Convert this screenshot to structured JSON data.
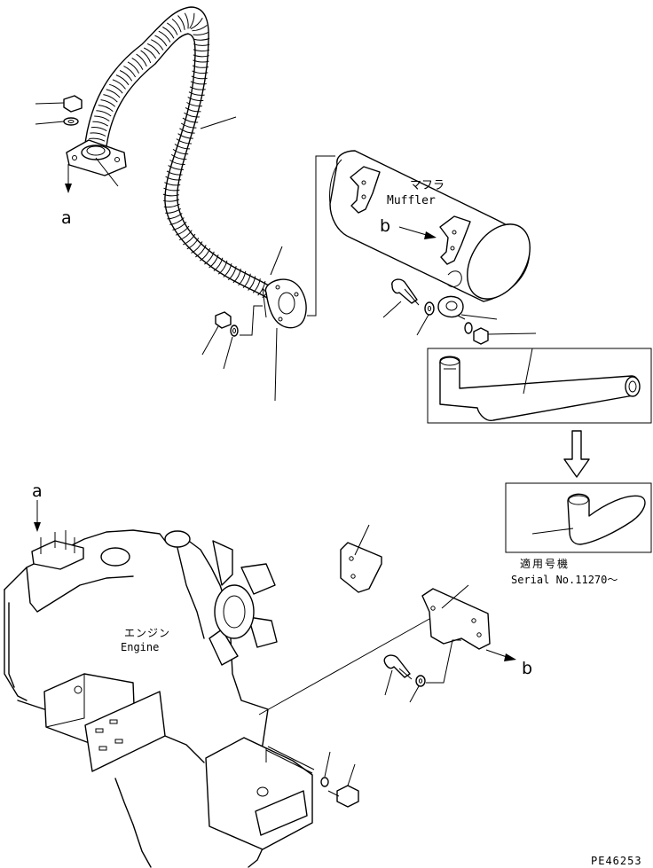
{
  "labels": {
    "ref_a_top": "a",
    "ref_a_engine": "a",
    "ref_b_muffler": "b",
    "ref_b_bracket": "b",
    "muffler_jp": "マフラ",
    "muffler_en": "Muffler",
    "engine_jp": "エンジン",
    "engine_en": "Engine",
    "serial_jp": "適用号機",
    "serial_en": "Serial No.11270～",
    "drawing_code": "PE46253"
  },
  "icons": [
    "arrow-down-icon",
    "arrow-right-icon",
    "hollow-down-arrow-icon"
  ]
}
